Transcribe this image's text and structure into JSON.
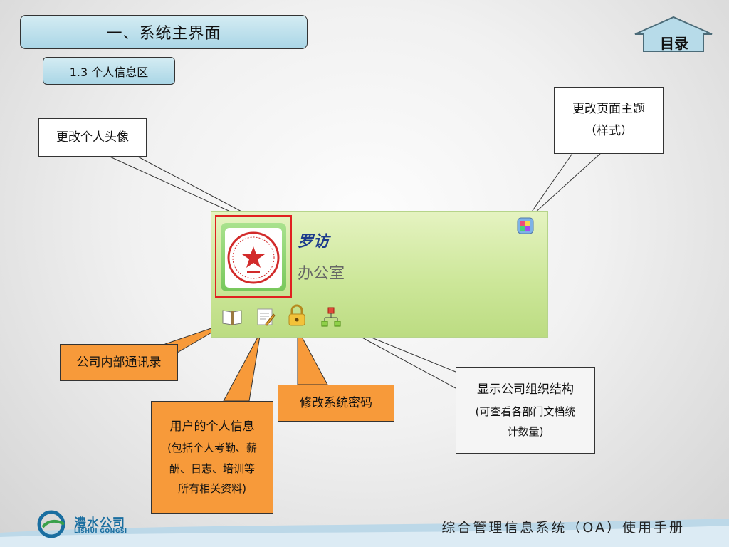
{
  "header": {
    "title": "一、系统主界面",
    "subtitle": "1.3 个人信息区",
    "home_label": "目录"
  },
  "profile": {
    "user_name": "罗访",
    "department": "办公室"
  },
  "callouts": {
    "avatar": "更改个人头像",
    "theme_line1": "更改页面主题",
    "theme_line2": "（样式）",
    "contacts": "公司内部通讯录",
    "personal_info_line1": "用户的个人信息",
    "personal_info_line2": "(包括个人考勤、薪",
    "personal_info_line3": "酬、日志、培训等",
    "personal_info_line4": "所有相关资料)",
    "password": "修改系统密码",
    "org_line1": "显示公司组织结构",
    "org_line2": "(可查看各部门文档统",
    "org_line3": "计数量)"
  },
  "footer": {
    "logo_cn": "澧水公司",
    "logo_en": "LISHUI GONGSI",
    "manual_title": "综合管理信息系统（OA）使用手册"
  },
  "icons": [
    "address-book-icon",
    "notepad-icon",
    "lock-icon",
    "org-chart-icon",
    "theme-icon",
    "home-icon",
    "company-logo-icon"
  ],
  "colors": {
    "title_bg": "#aad6e6",
    "orange": "#f79a3a",
    "panel_green": "#cde79a",
    "highlight_red": "#e02020"
  }
}
